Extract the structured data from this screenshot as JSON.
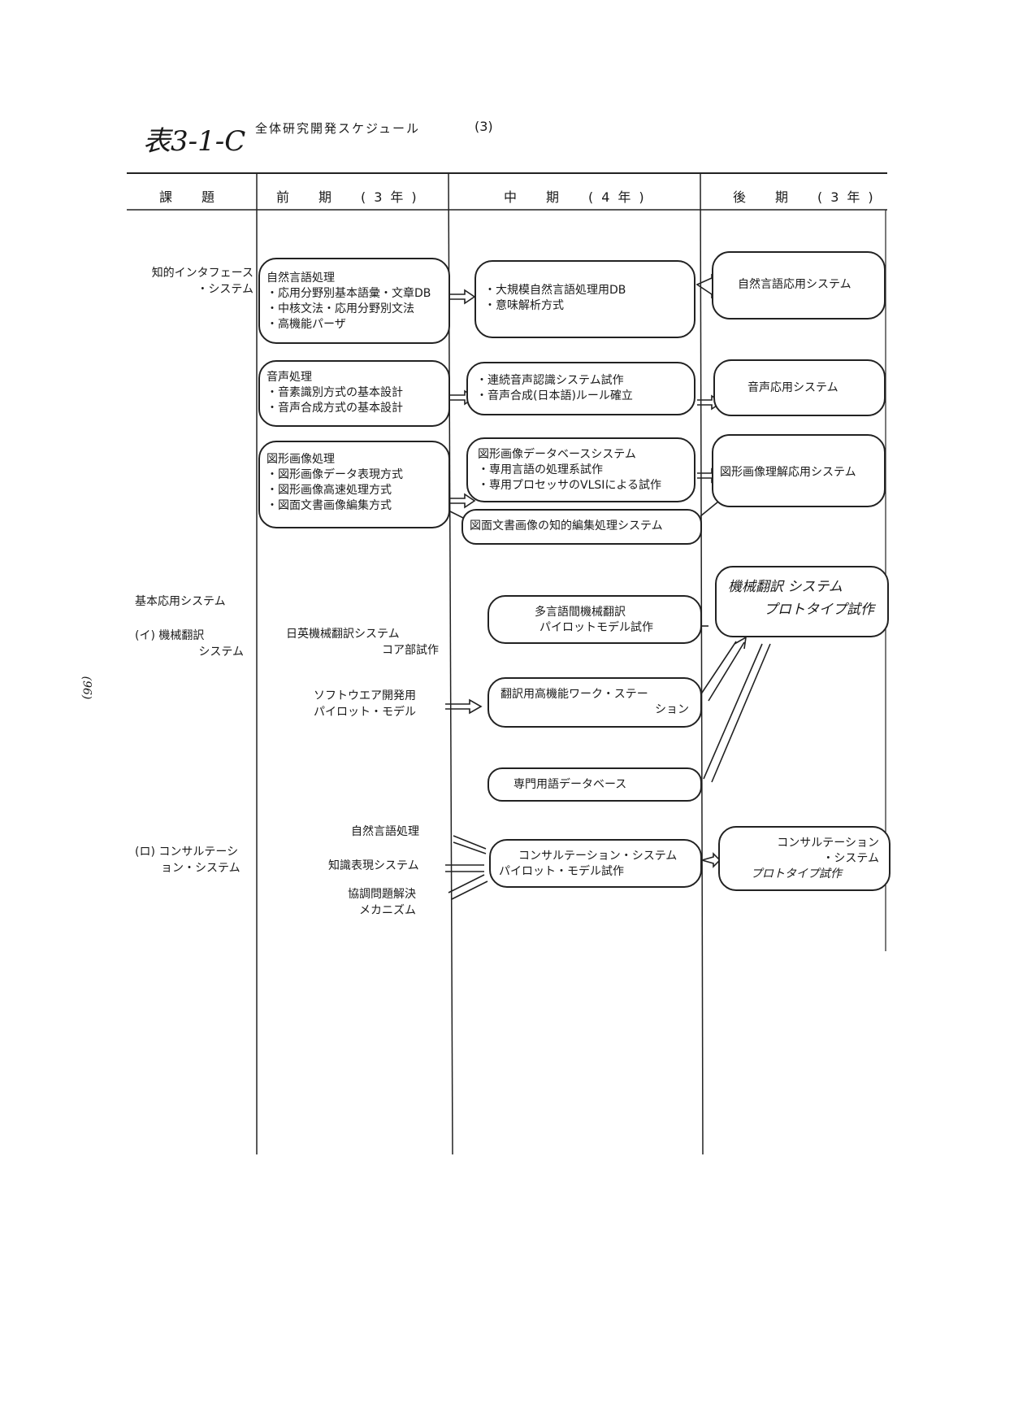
{
  "title": {
    "handwritten_prefix": "表3-1-C",
    "main": "全体研究開発スケジュール",
    "number": "(3)"
  },
  "header": {
    "col_topic": "課　題",
    "col_early": "前　期　(3年)",
    "col_mid": "中　期　(4年)",
    "col_late": "後　期　(3年)"
  },
  "page_marker": "(96)",
  "topics": {
    "interface_line1": "知的インタフェース",
    "interface_line2": "・システム",
    "basic": "基本応用システム",
    "mt_line1": "(イ) 機械翻訳",
    "mt_line2": "システム",
    "consult_line1": "(ロ) コンサルテーシ",
    "consult_line2": "ョン・システム"
  },
  "early": {
    "nlp": [
      "自然言語処理",
      "・応用分野別基本語彙・文章DB",
      "・中核文法・応用分野別文法",
      "・高機能パーザ"
    ],
    "speech": [
      "音声処理",
      "・音素識別方式の基本設計",
      "・音声合成方式の基本設計"
    ],
    "image": [
      "図形画像処理",
      "・図形画像データ表現方式",
      "・図形画像高速処理方式",
      "・図面文書画像編集方式"
    ],
    "mt_core": [
      "日英機械翻訳システム",
      "コア部試作"
    ],
    "mt_soft": [
      "ソフトウエア開発用",
      "パイロット・モデル"
    ],
    "c_nlp": "自然言語処理",
    "c_kr": "知識表現システム",
    "c_coop": [
      "協調問題解決",
      "メカニズム"
    ]
  },
  "mid": {
    "nlp": [
      "・大規模自然言語処理用DB",
      "・意味解析方式"
    ],
    "speech": [
      "・連続音声認識システム試作",
      "・音声合成(日本語)ルール確立"
    ],
    "image": [
      "図形画像データベースシステム",
      "・専用言語の処理系試作",
      "・専用プロセッサのVLSIによる試作"
    ],
    "doc": "図面文書画像の知的編集処理システム",
    "mt_multi": [
      "多言語間機械翻訳",
      "パイロットモデル試作"
    ],
    "mt_ws": [
      "翻訳用高機能ワーク・ステー",
      "ション"
    ],
    "mt_db": "専門用語データベース",
    "consult": [
      "コンサルテーション・システム",
      "パイロット・モデル試作"
    ]
  },
  "late": {
    "nlp": "自然言語応用システム",
    "speech": "音声応用システム",
    "image": "図形画像理解応用システム",
    "mt": [
      "機械翻訳 システム",
      "プロトタイプ試作"
    ],
    "consult": [
      "コンサルテーション",
      "・システム",
      "プロトタイプ試作"
    ]
  }
}
